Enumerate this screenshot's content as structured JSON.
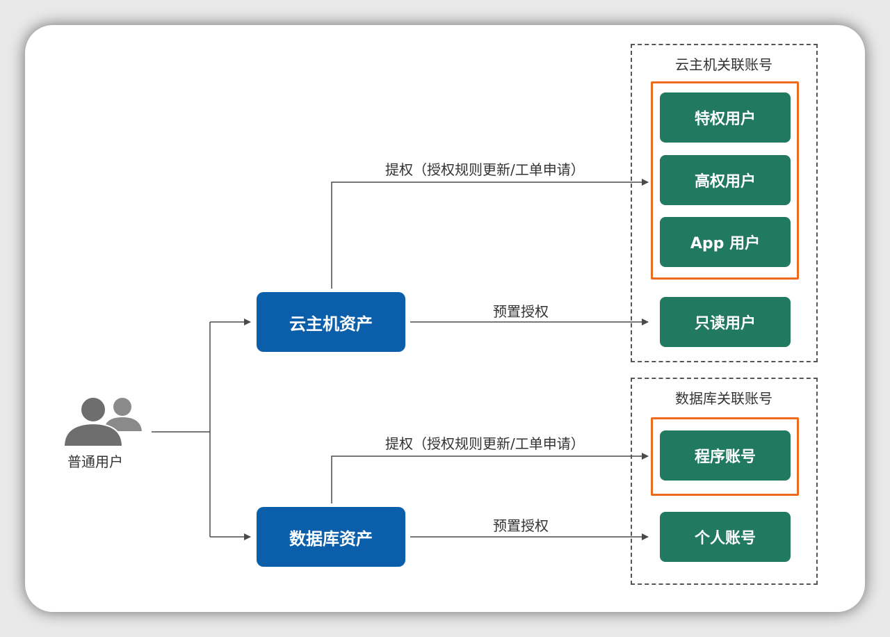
{
  "user": {
    "label": "普通用户",
    "icon": "users-icon"
  },
  "assets": {
    "cloud_host": "云主机资产",
    "database": "数据库资产"
  },
  "edges": {
    "cloud_escalate": "提权（授权规则更新/工单申请）",
    "cloud_preset": "预置授权",
    "db_escalate": "提权（授权规则更新/工单申请）",
    "db_preset": "预置授权"
  },
  "groups": {
    "cloud_accounts": {
      "title": "云主机关联账号",
      "escalated": [
        "特权用户",
        "高权用户",
        "App 用户"
      ],
      "preset": [
        "只读用户"
      ]
    },
    "db_accounts": {
      "title": "数据库关联账号",
      "escalated": [
        "程序账号"
      ],
      "preset": [
        "个人账号"
      ]
    }
  },
  "colors": {
    "asset": "#0a5eaa",
    "account": "#21795f",
    "highlight": "#ee6a1c",
    "line": "#4a4a4a"
  }
}
